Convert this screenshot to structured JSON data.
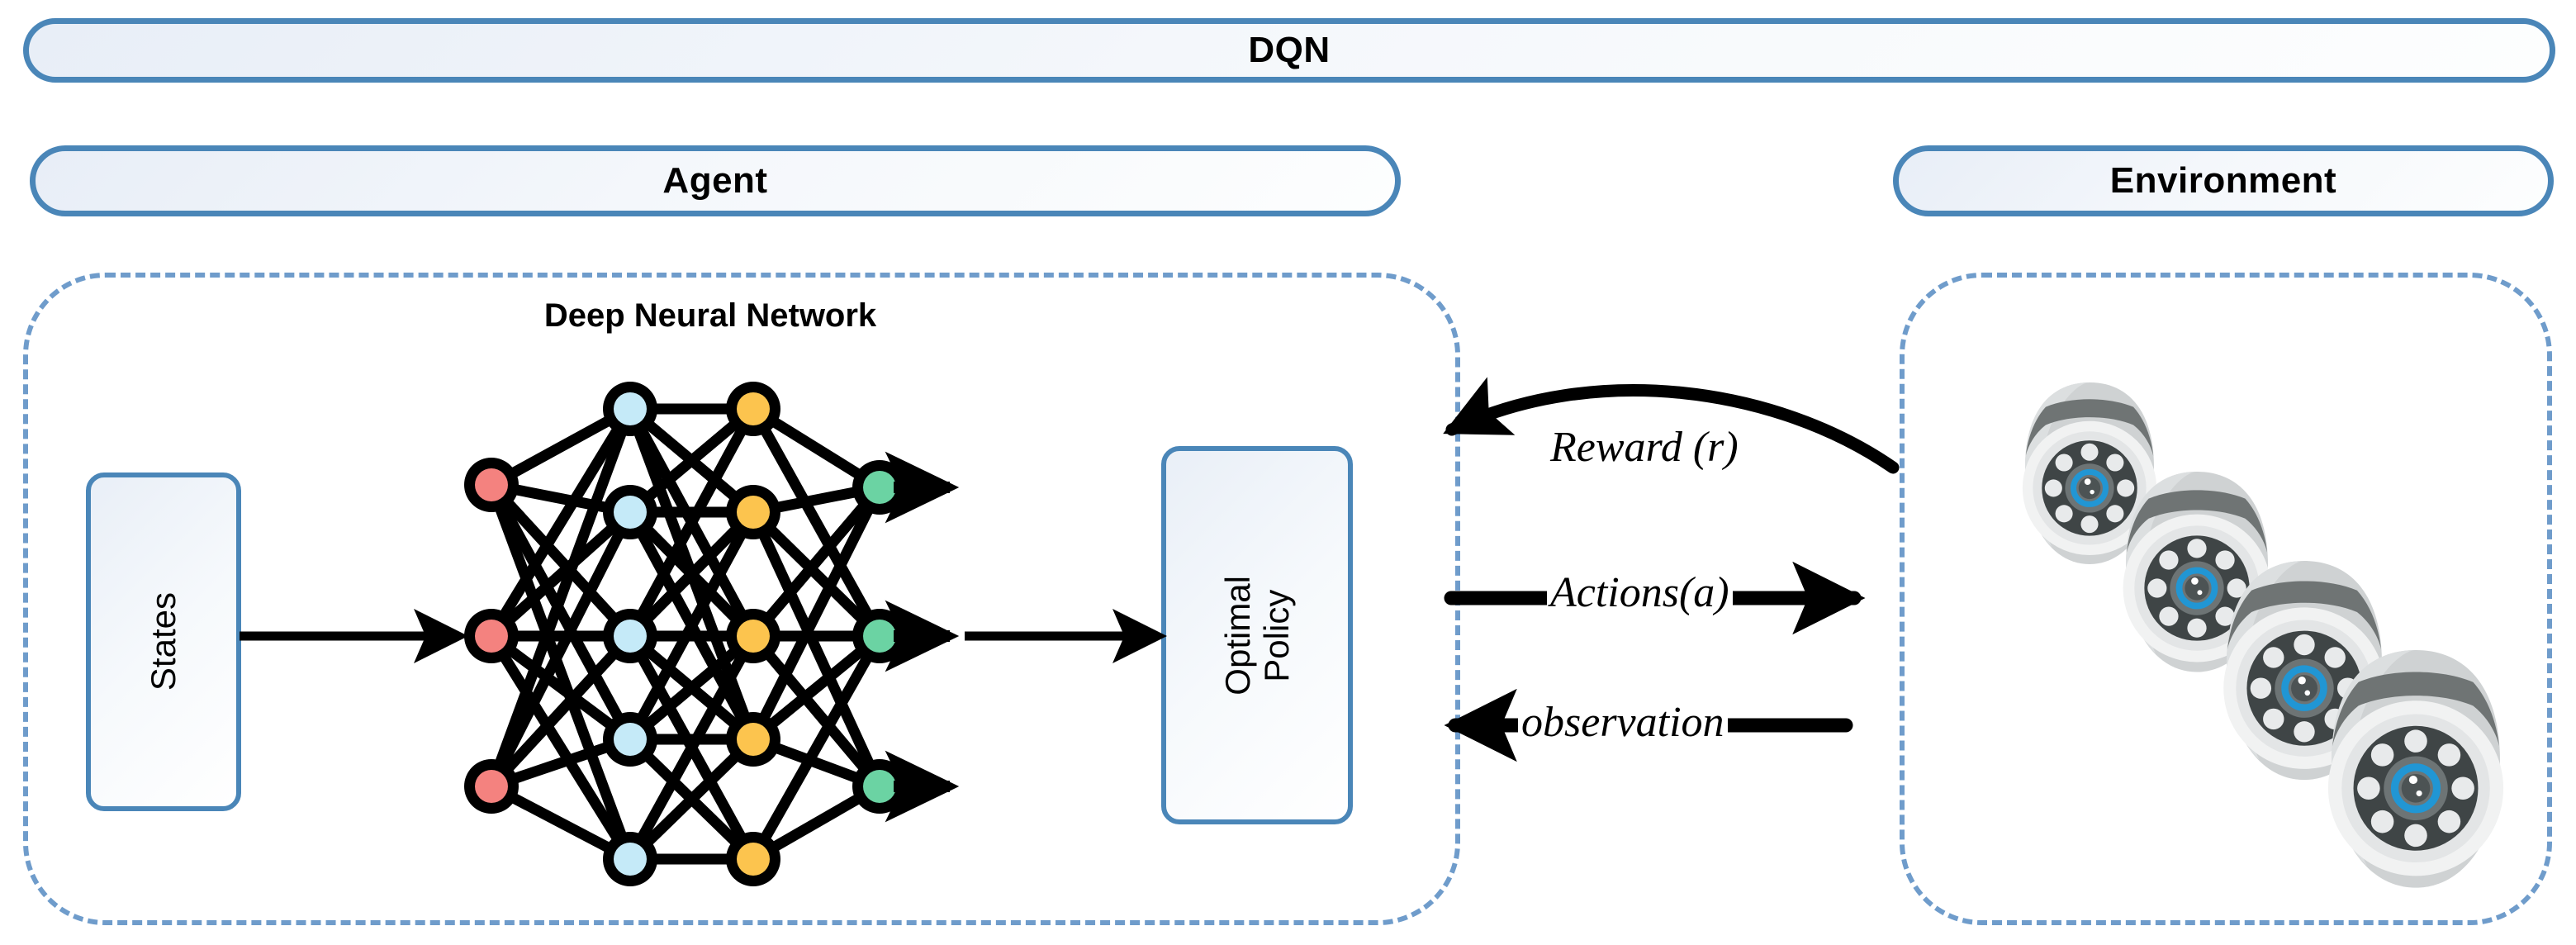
{
  "diagram": {
    "title": "DQN",
    "panels": {
      "agent": "Agent",
      "environment": "Environment"
    },
    "agent": {
      "network_title": "Deep Neural Network",
      "states_box": "States",
      "policy_box": "Optimal\nPolicy"
    },
    "exchange": {
      "reward": "Reward (r)",
      "actions": "Actions(a)",
      "observation": "observation"
    },
    "environment": {
      "device_count": 4,
      "device_name": "dome-security-camera"
    },
    "colors": {
      "panel_border": "#4a86b8",
      "dashed_border": "#6f9ccb",
      "panel_fill": "#eef3fa",
      "input_node": "#f4827f",
      "hidden_node_1": "#c5eaf8",
      "hidden_node_2": "#fbc champagne",
      "hidden_node_2_hex": "#fbc košík",
      "output_node": "#6bd3a3",
      "node_ring": "#000000",
      "camera_body": "#cfd2d3",
      "camera_rim": "#6f7474",
      "camera_inner": "#f1f2f2",
      "camera_face": "#3f4546",
      "camera_led": "#e8eaeb",
      "camera_lens_ring": "#2196d4",
      "camera_lens_core": "#6d7475"
    },
    "network": {
      "layers": [
        {
          "name": "input-layer",
          "count": 3,
          "color": "#f4827f"
        },
        {
          "name": "hidden-layer-1",
          "count": 5,
          "color": "#c5eaf8"
        },
        {
          "name": "hidden-layer-2",
          "count": 5,
          "color": "#fcc44e"
        },
        {
          "name": "output-layer",
          "count": 3,
          "color": "#6bd3a3"
        }
      ]
    }
  }
}
